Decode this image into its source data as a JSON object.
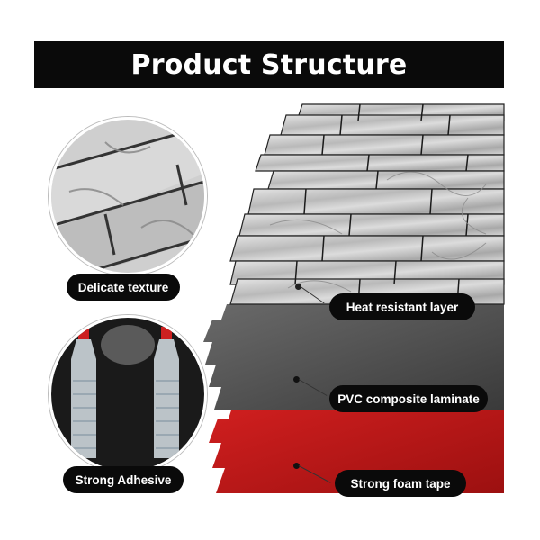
{
  "title": "Product Structure",
  "labels": {
    "delicate_texture": "Delicate texture",
    "strong_adhesive": "Strong Adhesive",
    "heat_layer": "Heat resistant layer",
    "pvc_laminate": "PVC composite laminate",
    "foam_tape": "Strong foam tape"
  },
  "colors": {
    "title_bg": "#0a0a0a",
    "marble": "#c9c9c9",
    "pvc_grey": "#4a4a4a",
    "foam_red": "#c01818",
    "label_bg": "#0a0a0a"
  }
}
